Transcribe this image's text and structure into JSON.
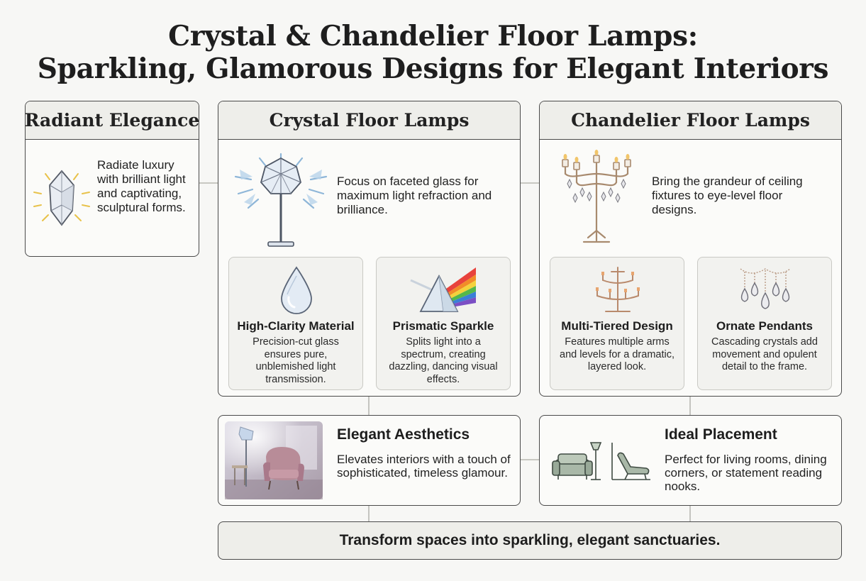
{
  "title": {
    "line1": "Crystal & Chandelier Floor Lamps:",
    "line2": "Sparkling, Glamorous Designs for Elegant Interiors"
  },
  "radiant": {
    "heading": "Radiant Elegance",
    "description": "Radiate luxury with brilliant light and captivating, sculptural forms.",
    "icon": "crystal-gem-icon"
  },
  "crystal": {
    "heading": "Crystal Floor Lamps",
    "description": "Focus on faceted glass for maximum light refraction and brilliance.",
    "icon": "crystal-floor-lamp-icon",
    "features": [
      {
        "title": "High-Clarity Material",
        "description": "Precision-cut glass ensures pure, unblemished light transmission.",
        "icon": "water-drop-icon"
      },
      {
        "title": "Prismatic Sparkle",
        "description": "Splits light into a spectrum, creating dazzling, dancing visual effects.",
        "icon": "prism-rainbow-icon"
      }
    ]
  },
  "chandelier": {
    "heading": "Chandelier Floor Lamps",
    "description": "Bring the grandeur of ceiling fixtures to eye-level floor designs.",
    "icon": "chandelier-floor-lamp-icon",
    "features": [
      {
        "title": "Multi-Tiered Design",
        "description": "Features multiple arms and levels for a dramatic, layered look.",
        "icon": "tiered-chandelier-icon"
      },
      {
        "title": "Ornate Pendants",
        "description": "Cascading crystals add movement and opulent detail to the frame.",
        "icon": "crystal-pendants-icon"
      }
    ]
  },
  "aesthetics": {
    "title": "Elegant Aesthetics",
    "description": "Elevates interiors with a touch of sophisticated, timeless glamour.",
    "image": "lounge-chair-lamp-image"
  },
  "placement": {
    "title": "Ideal Placement",
    "description": "Perfect for living rooms, dining corners, or statement reading nooks.",
    "icon": "furniture-placement-icon"
  },
  "banner": "Transform spaces into sparkling, elegant sanctuaries.",
  "colors": {
    "border": "#4a4a4a",
    "header_fill": "#eeeeea",
    "connector": "#b8b8b2",
    "bronze": "#a88a6e",
    "glass_blue": "#8eb6d8"
  }
}
